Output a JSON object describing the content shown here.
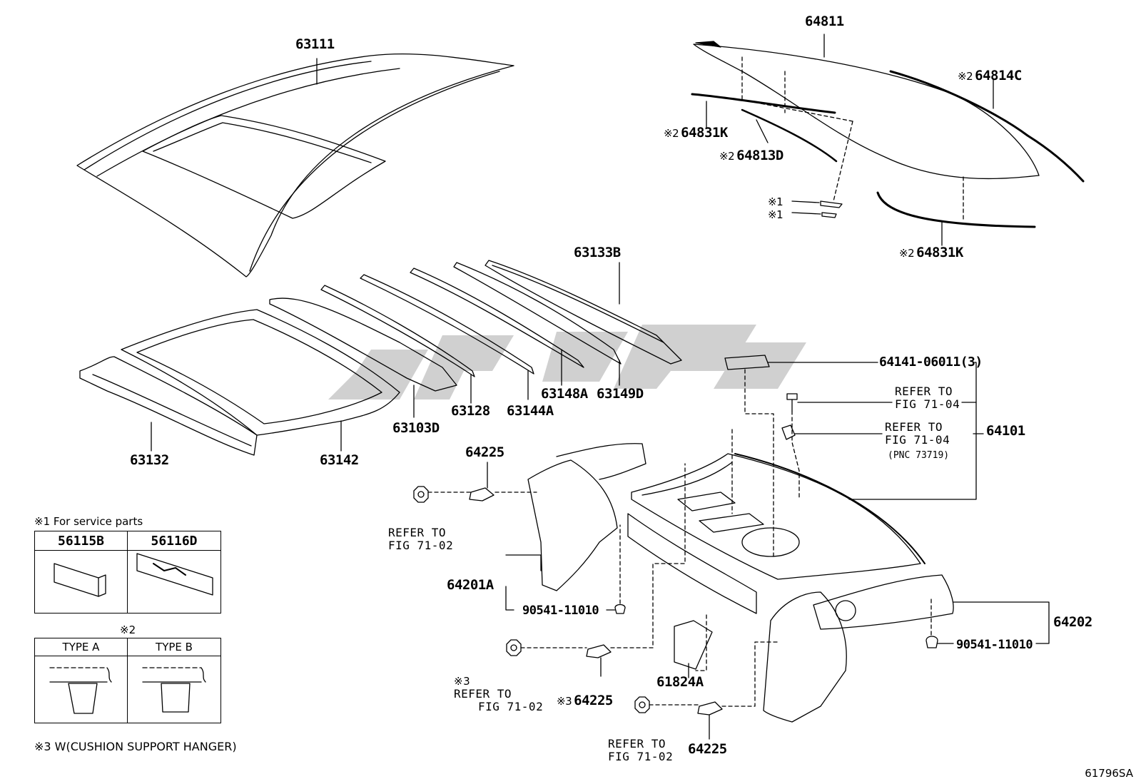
{
  "labels": {
    "p63111": "63111",
    "p64811": "64811",
    "p64814c": "64814C",
    "p64831k_a": "64831K",
    "p64813d": "64813D",
    "p64831k_b": "64831K",
    "p63133b": "63133B",
    "p63148a": "63148A",
    "p63149d": "63149D",
    "p63144a": "63144A",
    "p63128": "63128",
    "p63103d": "63103D",
    "p63142": "63142",
    "p63132": "63132",
    "p64141": "64141-06011(3)",
    "p64101": "64101",
    "p64225_a": "64225",
    "p64201a": "64201A",
    "p90541_a": "90541-11010",
    "p64225_b": "64225",
    "p61824a": "61824A",
    "p64225_c": "64225",
    "p64202": "64202",
    "p90541_b": "90541-11010"
  },
  "marks": {
    "m2": "※2",
    "m1": "※1",
    "m3": "※3"
  },
  "refs": {
    "refer_to": "REFER TO",
    "fig_71_04": "FIG 71-04",
    "fig_71_02": "FIG 71-02",
    "pnc": "(PNC 73719)"
  },
  "notes": {
    "service_parts": "※1 For service parts",
    "table1_col1": "56115B",
    "table1_col2": "56116D",
    "table2_title": "※2",
    "table2_col1": "TYPE A",
    "table2_col2": "TYPE B",
    "cushion": "※3 W(CUSHION SUPPORT HANGER)"
  },
  "diagram_code": "61796SA"
}
